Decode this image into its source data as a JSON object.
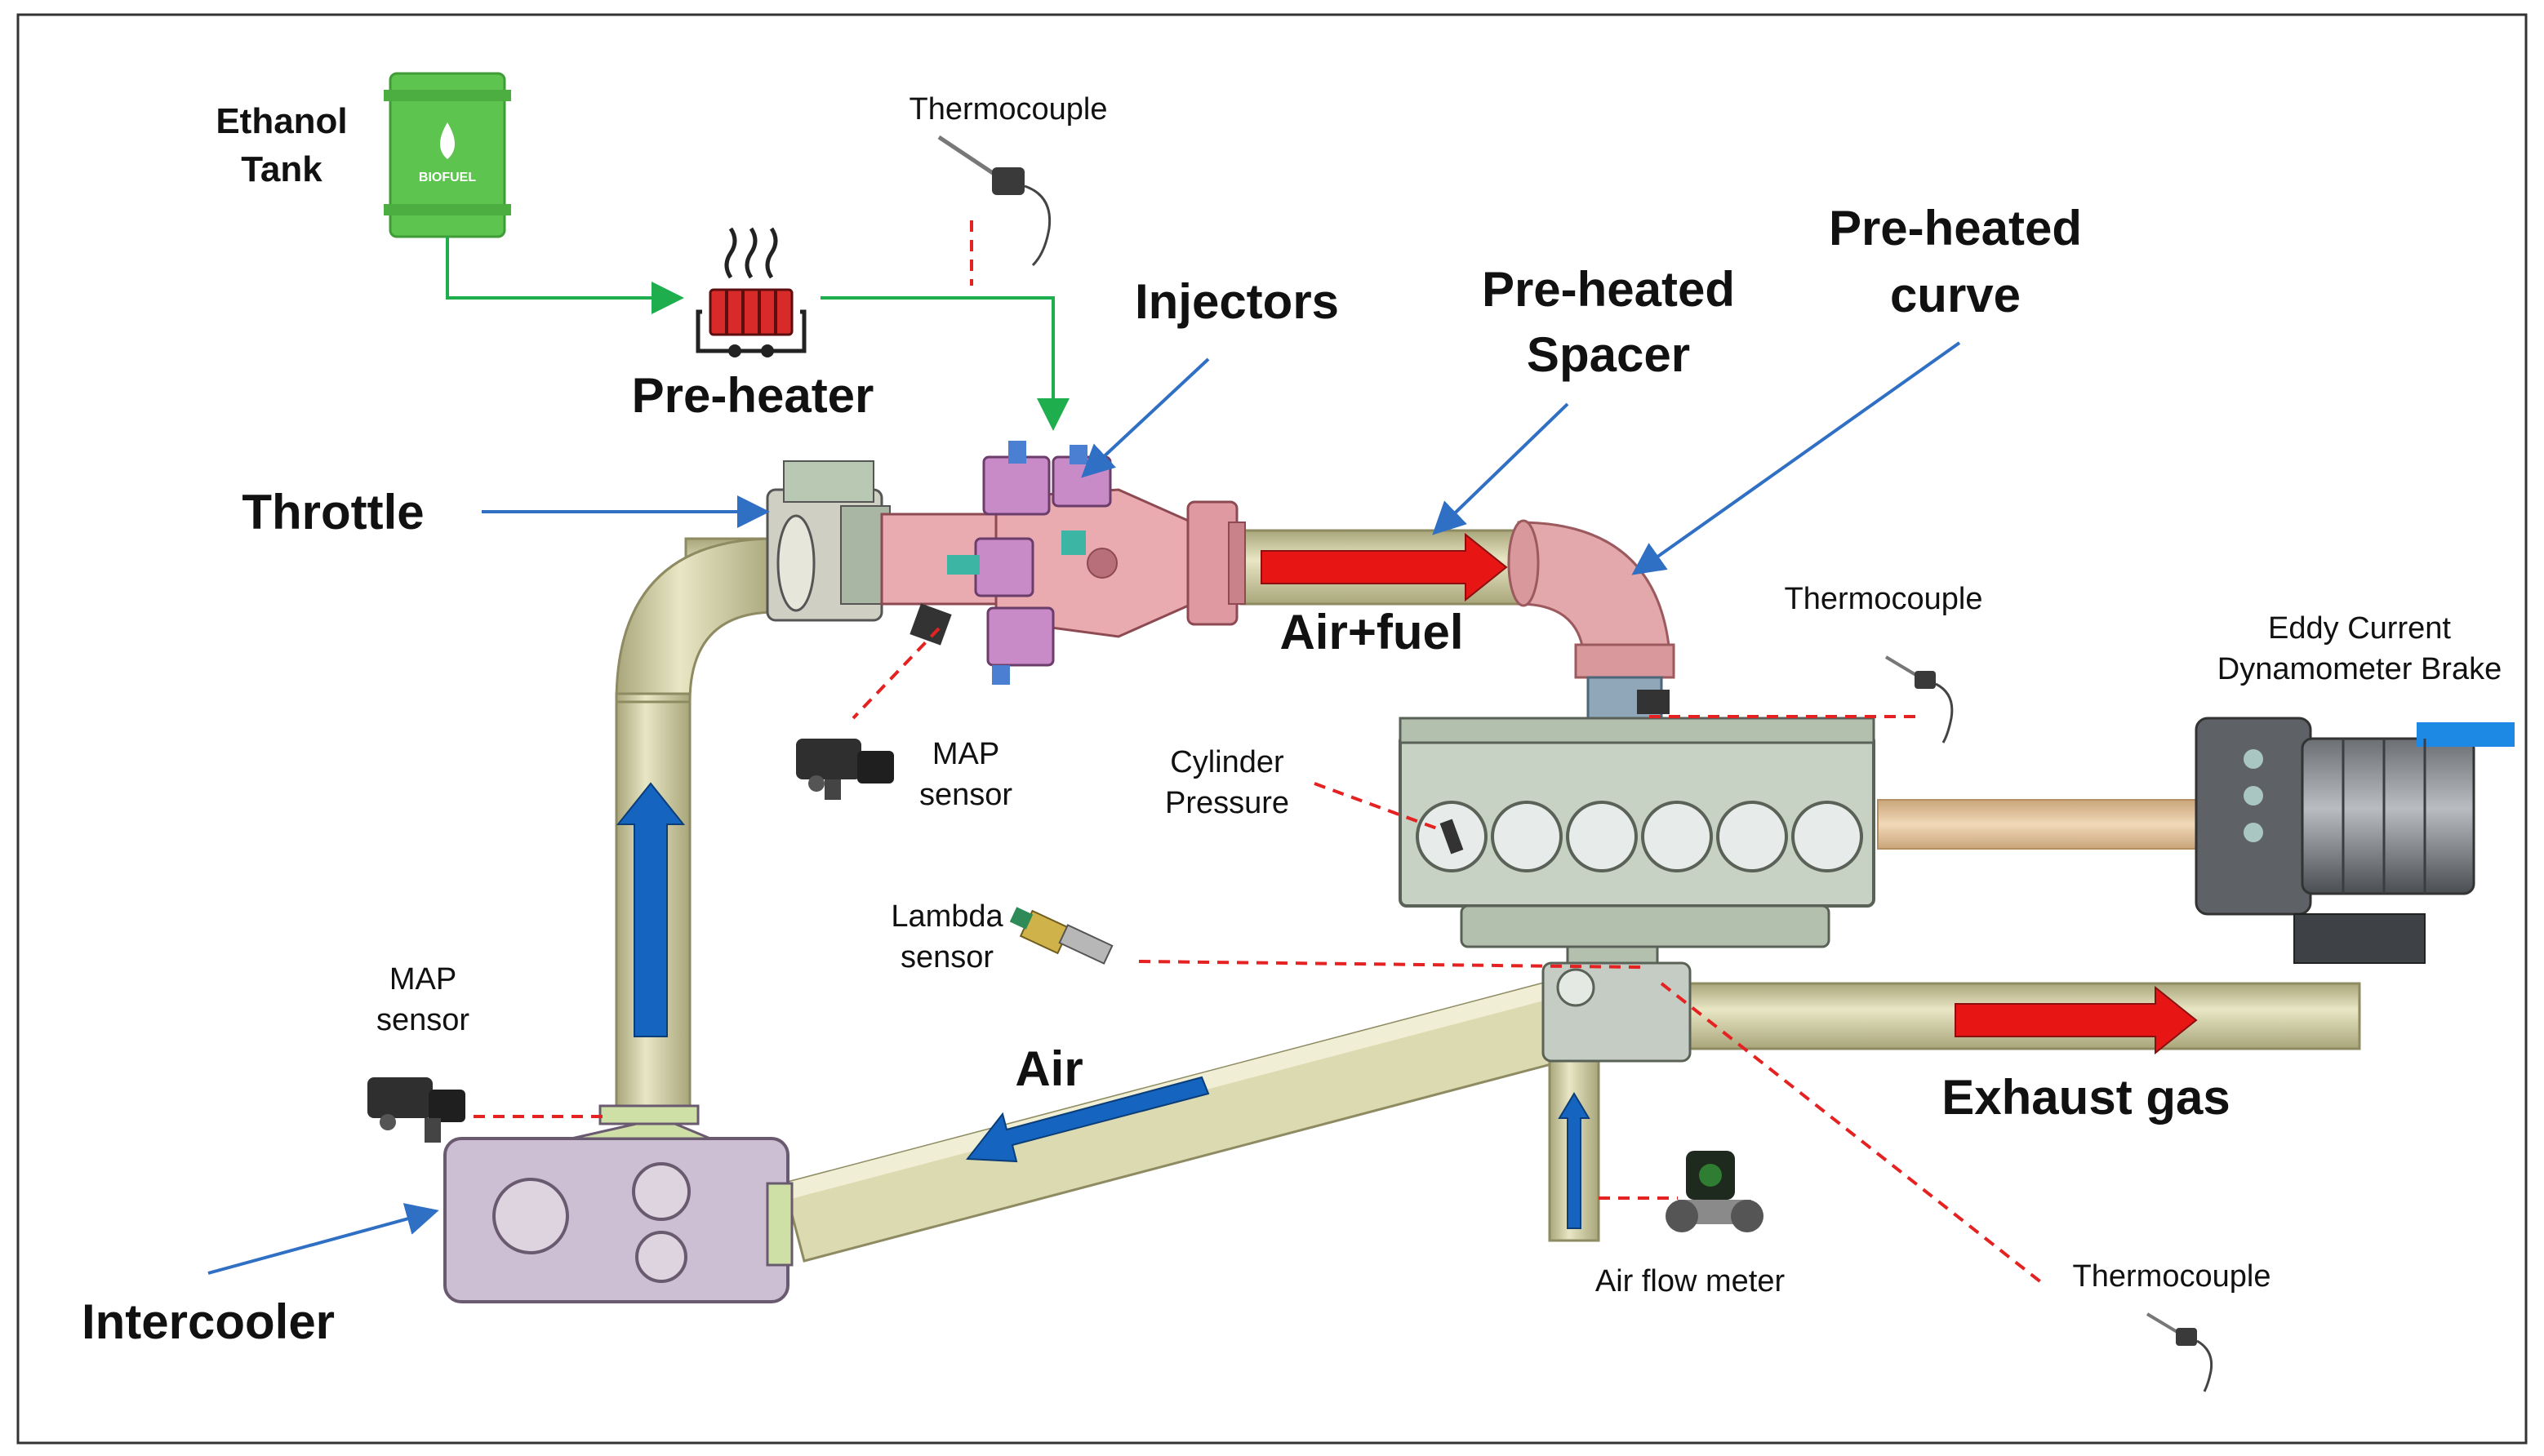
{
  "labels": {
    "ethanol_tank_1": "Ethanol",
    "ethanol_tank_2": "Tank",
    "biofuel": "BIOFUEL",
    "thermocouple_top": "Thermocouple",
    "pre_heater": "Pre-heater",
    "injectors": "Injectors",
    "pre_heated_spacer_1": "Pre-heated",
    "pre_heated_spacer_2": "Spacer",
    "pre_heated_curve_1": "Pre-heated",
    "pre_heated_curve_2": "curve",
    "throttle": "Throttle",
    "air_fuel": "Air+fuel",
    "thermocouple_engine": "Thermocouple",
    "eddy_current_1": "Eddy Current",
    "eddy_current_2": "Dynamometer Brake",
    "map_sensor_top_1": "MAP",
    "map_sensor_top_2": "sensor",
    "cylinder_pressure_1": "Cylinder",
    "cylinder_pressure_2": "Pressure",
    "lambda_sensor_1": "Lambda",
    "lambda_sensor_2": "sensor",
    "map_sensor_bottom_1": "MAP",
    "map_sensor_bottom_2": "sensor",
    "air": "Air",
    "exhaust_gas": "Exhaust gas",
    "intercooler": "Intercooler",
    "air_flow_meter": "Air flow meter",
    "thermocouple_exhaust": "Thermocouple"
  },
  "colors": {
    "pipe": "#d9d7ad",
    "pipe_edge": "#8e8b62",
    "fuel_line": "#1fae4e",
    "pointer": "#2f6fc4",
    "sensor_link": "#e52222",
    "flow_red": "#e81515",
    "flow_blue": "#1565c0",
    "intake": "#e9aab0",
    "tank": "#5cc44f"
  }
}
